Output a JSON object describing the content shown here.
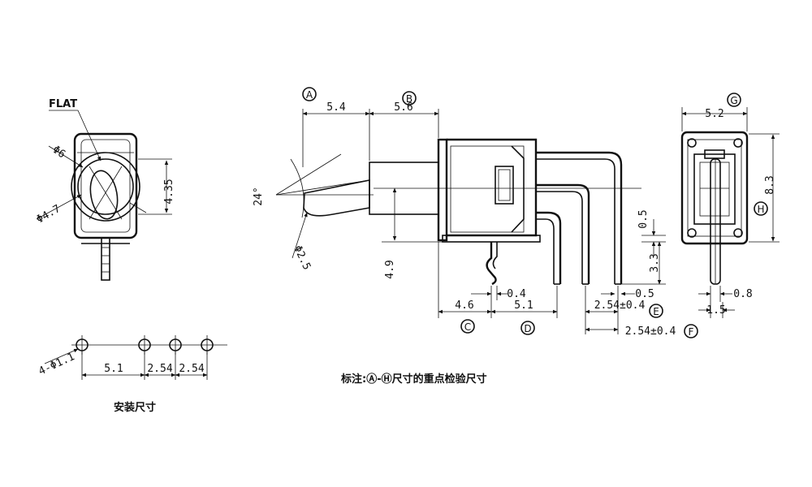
{
  "labels": {
    "flat": "FLAT",
    "dia6": "Φ6",
    "dia47": "Φ4.7",
    "dim435": "4.35",
    "hole": "4-Φ1.1",
    "d51_install": "5.1",
    "d254a_install": "2.54",
    "d254b_install": "2.54",
    "install_title": "安装尺寸",
    "angle24": "24°",
    "dia25": "Φ2.5",
    "dA": "5.4",
    "dB": "5.6",
    "d49": "4.9",
    "d04": "0.4",
    "d05a": "0.5",
    "d33": "3.3",
    "d05b": "0.5",
    "d46": "4.6",
    "d51": "5.1",
    "dE": "2.54±0.4",
    "dF": "2.54±0.4",
    "dG": "5.2",
    "dH": "8.3",
    "d08": "0.8",
    "d15": "1.5",
    "note": "标注:Ⓐ-Ⓗ尺寸的重点检验尺寸"
  },
  "markers": {
    "A": "A",
    "B": "B",
    "C": "C",
    "D": "D",
    "E": "E",
    "F": "F",
    "G": "G",
    "H": "H"
  }
}
